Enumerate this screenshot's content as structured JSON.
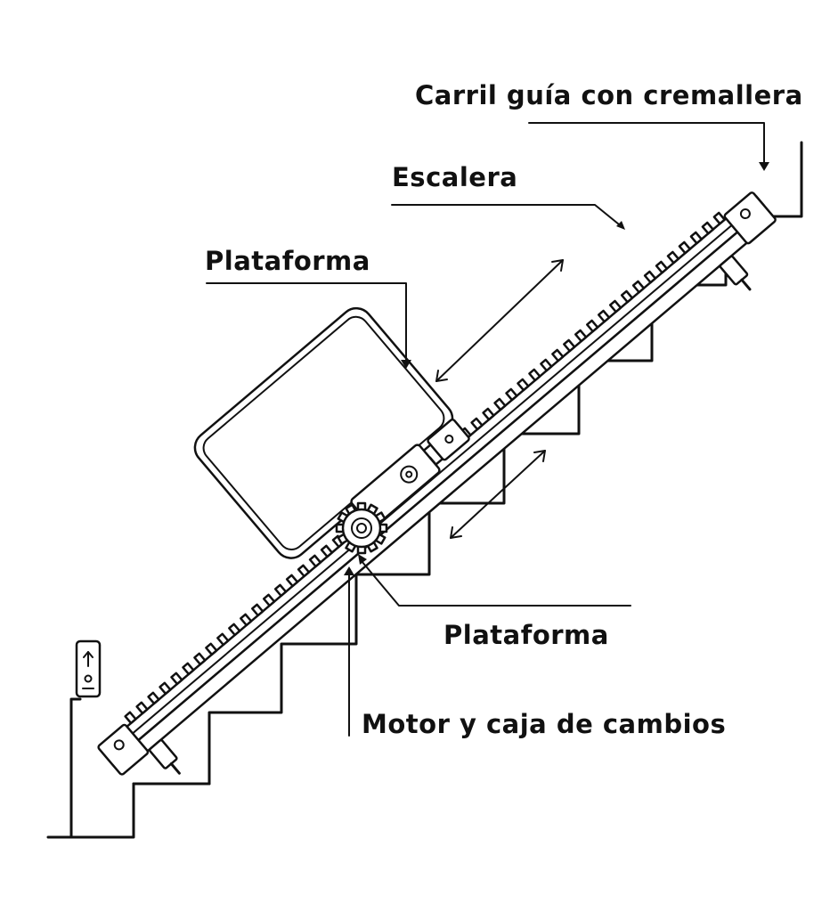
{
  "labels": {
    "rail": "Carril guía con cremallera",
    "stairs": "Escalera",
    "platform_top": "Plataforma",
    "platform_bottom": "Plataforma",
    "motor": "Motor y caja de cambios"
  },
  "icons": {
    "call_button": "call-station-icon",
    "gear": "gear-icon",
    "motion_arrows": "double-arrow-icon"
  },
  "colors": {
    "ink": "#111111",
    "background": "#ffffff"
  }
}
